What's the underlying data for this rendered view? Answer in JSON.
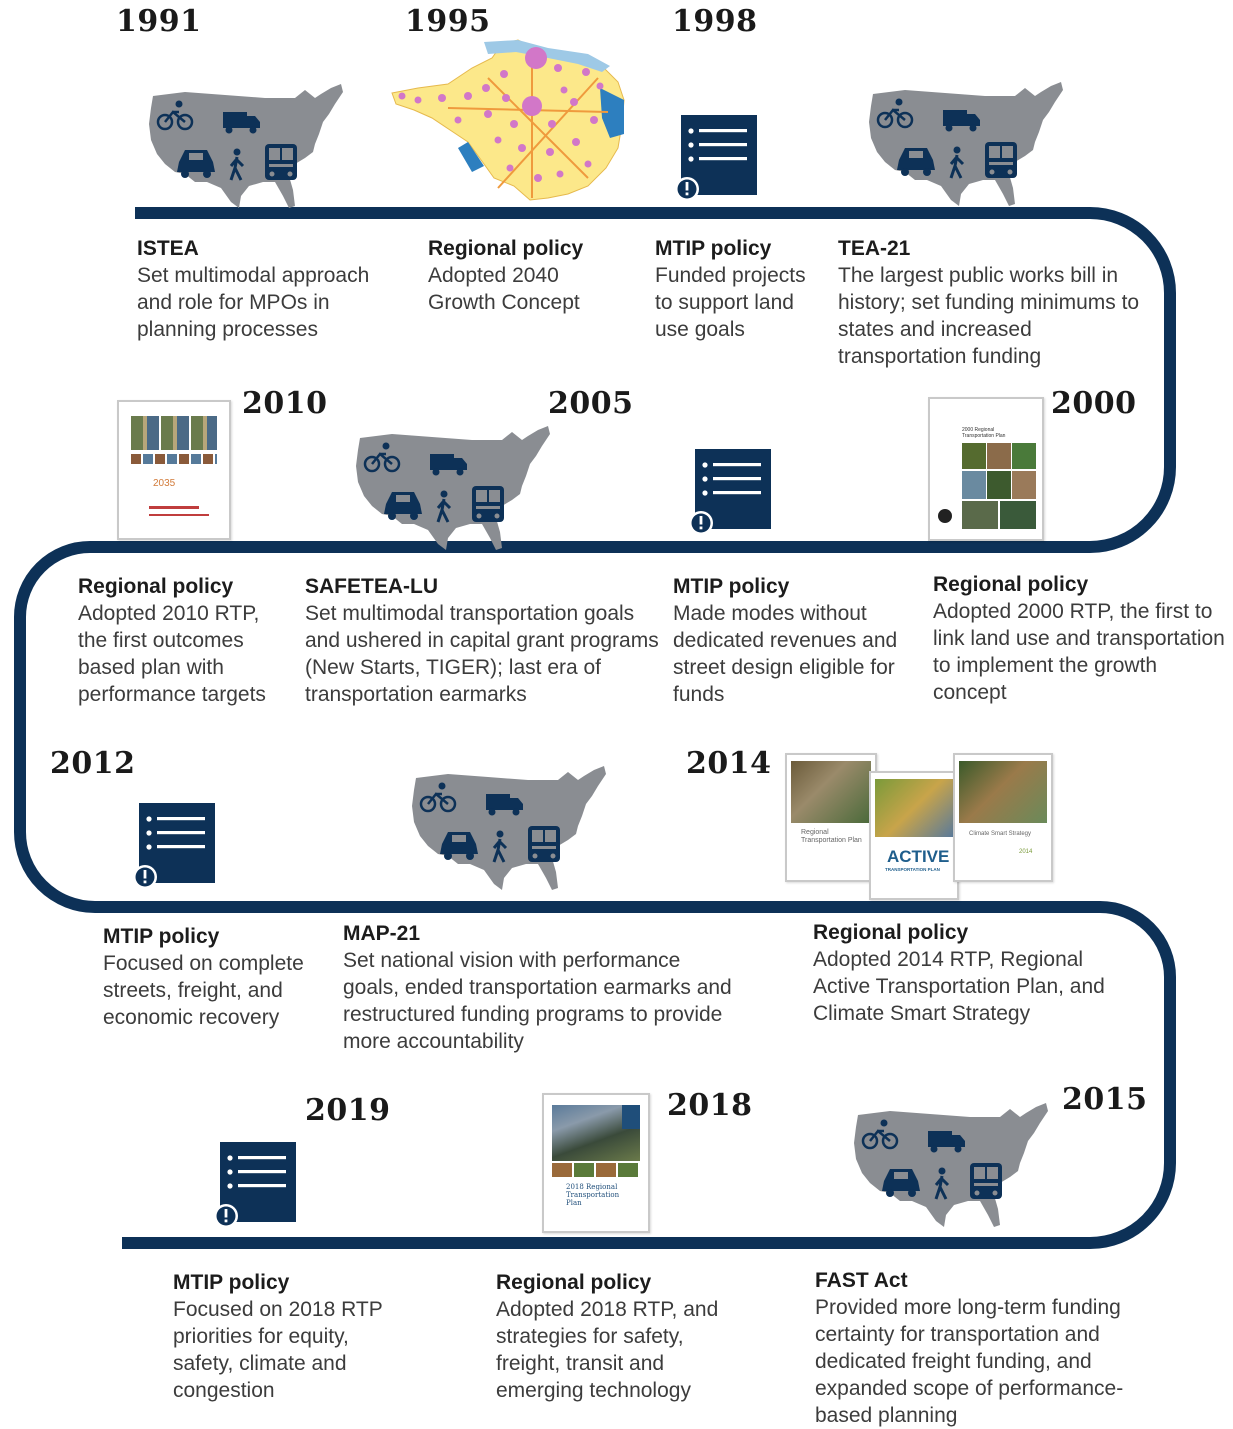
{
  "colors": {
    "timeline": "#0d3157",
    "map_gray": "#8a8d92",
    "icon_navy": "#0d3157",
    "growth_yellow": "#fce88a",
    "growth_pink": "#d277c8",
    "growth_blue": "#2d7fbf"
  },
  "milestones": [
    {
      "year": "1991",
      "title": "ISTEA",
      "text": "Set multimodal approach and role for MPOs in planning processes",
      "icon": "us-transportation-map-icon"
    },
    {
      "year": "1995",
      "title": "Regional policy",
      "text": "Adopted 2040 Growth Concept",
      "icon": "growth-concept-map"
    },
    {
      "year": "1998",
      "title": "MTIP policy",
      "text": "Funded projects to support land use goals",
      "icon": "policy-document-icon"
    },
    {
      "year": "",
      "title": "TEA-21",
      "text": "The largest public works bill in history; set funding minimums to states and increased transportation funding",
      "icon": "us-transportation-map-icon"
    },
    {
      "year": "2000",
      "title": "Regional policy",
      "text": "Adopted 2000 RTP, the first to link land use and transportation to implement the growth concept",
      "icon": "rtp-2000-cover"
    },
    {
      "year": "",
      "title": "MTIP policy",
      "text": "Made modes without dedicated revenues and street design eligible for funds",
      "icon": "policy-document-icon"
    },
    {
      "year": "2005",
      "title": "SAFETEA-LU",
      "text": "Set multimodal transportation goals and ushered in capital grant programs (New Starts, TIGER); last era of transportation earmarks",
      "icon": "us-transportation-map-icon"
    },
    {
      "year": "2010",
      "title": "Regional policy",
      "text": "Adopted 2010 RTP, the first outcomes based plan with performance targets",
      "icon": "rtp-2010-cover"
    },
    {
      "year": "2012",
      "title": "MTIP policy",
      "text": "Focused on complete streets, freight, and economic recovery",
      "icon": "policy-document-icon"
    },
    {
      "year": "",
      "title": "MAP-21",
      "text": "Set national vision with performance goals, ended transportation earmarks and restructured funding programs to provide more accountability",
      "icon": "us-transportation-map-icon"
    },
    {
      "year": "2014",
      "title": "Regional policy",
      "text": "Adopted 2014 RTP, Regional Active Transportation Plan, and Climate Smart Strategy",
      "icon": "plan-covers-2014"
    },
    {
      "year": "2015",
      "title": "FAST Act",
      "text": "Provided more long-term funding certainty for transportation and dedicated freight funding, and expanded scope of performance-based planning",
      "icon": "us-transportation-map-icon"
    },
    {
      "year": "2018",
      "title": "Regional policy",
      "text": "Adopted 2018 RTP, and strategies for safety, freight, transit and emerging technology",
      "icon": "rtp-2018-cover"
    },
    {
      "year": "2019",
      "title": "MTIP policy",
      "text": "Focused on 2018 RTP priorities for equity, safety, climate and congestion",
      "icon": "policy-document-icon"
    }
  ],
  "covers": {
    "rtp2000_title": "2000 Regional Transportation Plan",
    "rtp2010_year": "2035",
    "rtp2018_title": "2018 Regional Transportation Plan",
    "active_plan": "ACTIVE",
    "active_plan_sub": "TRANSPORTATION PLAN",
    "rtp2014_label": "Regional Transportation Plan",
    "climate_label": "Climate Smart Strategy",
    "cover_year_2014": "2014"
  }
}
